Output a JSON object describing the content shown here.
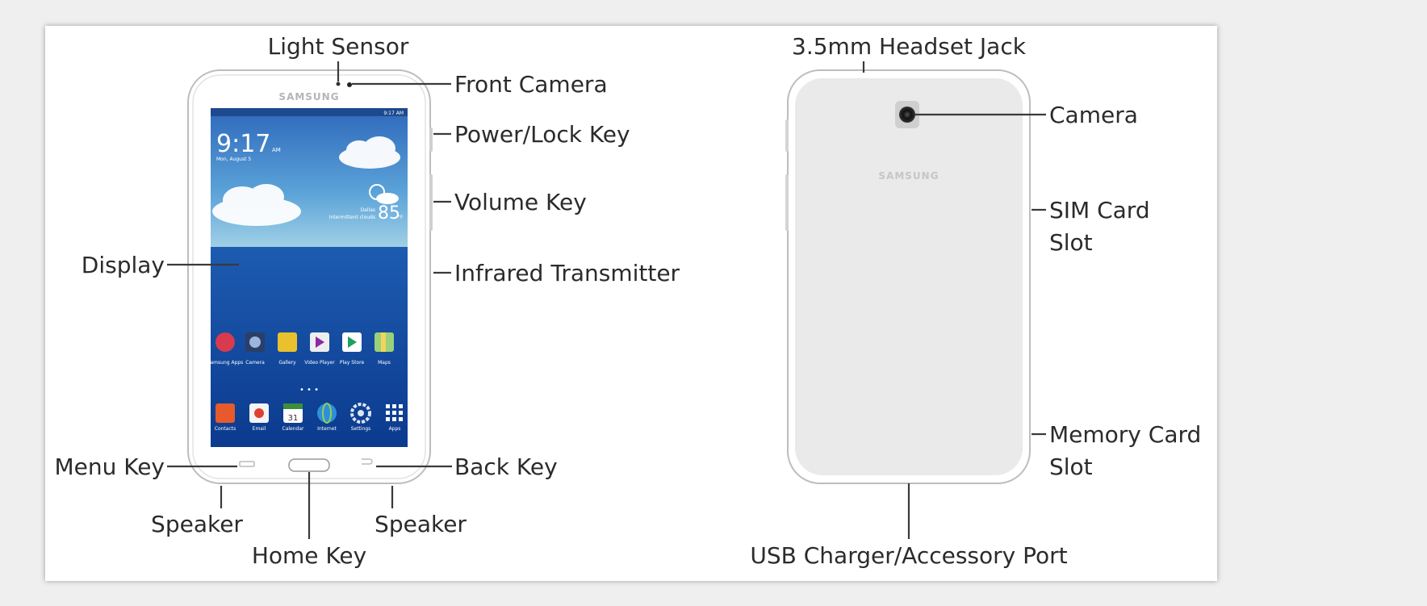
{
  "labels": {
    "light_sensor": "Light Sensor",
    "front_camera": "Front Camera",
    "power_lock_key": "Power/Lock Key",
    "volume_key": "Volume Key",
    "display": "Display",
    "infrared_transmitter": "Infrared Transmitter",
    "menu_key": "Menu Key",
    "back_key": "Back Key",
    "speaker_left": "Speaker",
    "speaker_right": "Speaker",
    "home_key": "Home Key",
    "headset_jack": "3.5mm Headset Jack",
    "camera": "Camera",
    "sim_card_slot_line1": "SIM Card",
    "sim_card_slot_line2": "Slot",
    "memory_card_slot_line1": "Memory Card",
    "memory_card_slot_line2": "Slot",
    "usb_port": "USB Charger/Accessory Port"
  },
  "device": {
    "brand_front": "SAMSUNG",
    "brand_back": "SAMSUNG"
  },
  "screen": {
    "clock": "9:17",
    "ampm": "AM",
    "date": "Mon, August 5",
    "status_time": "9:17 AM",
    "temperature": "85",
    "temp_unit": "°F",
    "weather_desc": "Intermittent clouds",
    "weather_location": "Dallas",
    "apps_row1": [
      "Samsung Apps",
      "Camera",
      "Gallery",
      "Video Player",
      "Play Store",
      "Maps"
    ],
    "apps_row2": [
      "Contacts",
      "Email",
      "Calendar",
      "Internet",
      "Settings",
      "Apps"
    ],
    "calendar_day": "31",
    "page_dots": "• • •"
  },
  "colors": {
    "frame": "#ffffff",
    "outline": "#b9b9b9",
    "back_panel": "#e9eae9",
    "screen_top": "#3c78c5",
    "screen_bottom": "#0f3f96",
    "label_text": "#2b2b2b"
  }
}
